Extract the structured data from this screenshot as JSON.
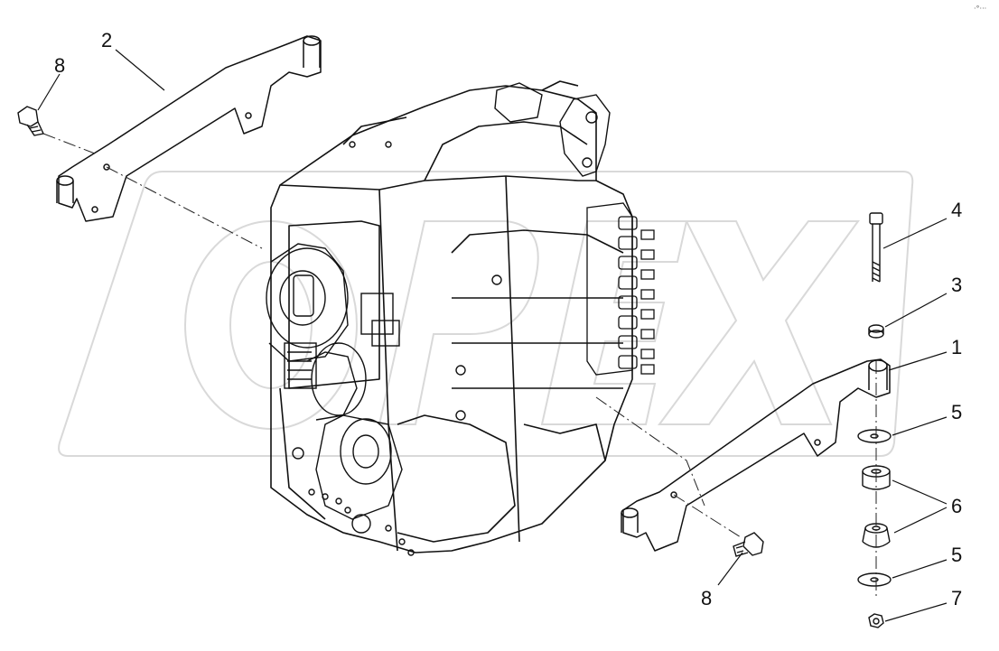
{
  "watermark": {
    "text": "OPEX",
    "color": "#d9d9d9"
  },
  "corner_mark": "·°···",
  "callouts": [
    {
      "id": "c2",
      "label": "2"
    },
    {
      "id": "c8a",
      "label": "8"
    },
    {
      "id": "c4",
      "label": "4"
    },
    {
      "id": "c3",
      "label": "3"
    },
    {
      "id": "c1",
      "label": "1"
    },
    {
      "id": "c5a",
      "label": "5"
    },
    {
      "id": "c6",
      "label": "6"
    },
    {
      "id": "c5b",
      "label": "5"
    },
    {
      "id": "c8b",
      "label": "8"
    },
    {
      "id": "c7",
      "label": "7"
    }
  ]
}
